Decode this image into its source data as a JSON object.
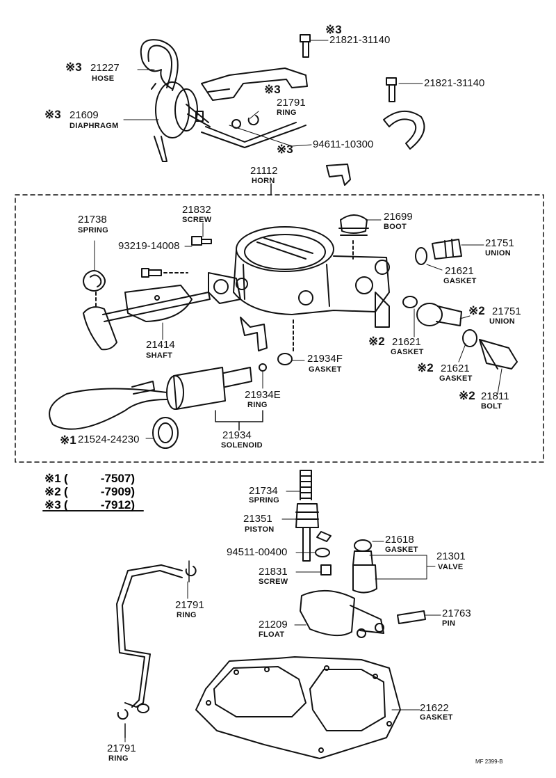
{
  "notes": [
    {
      "mark": "※1",
      "text": "(          -7507)"
    },
    {
      "mark": "※2",
      "text": "(          -7909)"
    },
    {
      "mark": "※3",
      "text": "(          -7912)"
    }
  ],
  "mark_1": "※1",
  "mark_2": "※2",
  "mark_3": "※3",
  "parts": {
    "hose": {
      "number": "21227",
      "name": "HOSE"
    },
    "diaphragm": {
      "number": "21609",
      "name": "DIAPHRAGM"
    },
    "screw_a": {
      "number": "21821-31140"
    },
    "screw_b": {
      "number": "21821-31140"
    },
    "ring_top": {
      "number": "21791",
      "name": "RING"
    },
    "washer_top": {
      "number": "94611-10300"
    },
    "horn": {
      "number": "21112",
      "name": "HORN"
    },
    "spring_21738": {
      "number": "21738",
      "name": "SPRING"
    },
    "screw_21832": {
      "number": "21832",
      "name": "SCREW"
    },
    "screw_93219": {
      "number": "93219-14008"
    },
    "boot": {
      "number": "21699",
      "name": "BOOT"
    },
    "union_a": {
      "number": "21751",
      "name": "UNION"
    },
    "gasket_a": {
      "number": "21621",
      "name": "GASKET"
    },
    "union_b": {
      "number": "21751",
      "name": "UNION"
    },
    "gasket_b": {
      "number": "21621",
      "name": "GASKET"
    },
    "gasket_c": {
      "number": "21621",
      "name": "GASKET"
    },
    "bolt": {
      "number": "21811",
      "name": "BOLT"
    },
    "shaft": {
      "number": "21414",
      "name": "SHAFT"
    },
    "gasket_f": {
      "number": "21934F",
      "name": "GASKET"
    },
    "ring_e": {
      "number": "21934E",
      "name": "RING"
    },
    "solenoid": {
      "number": "21934",
      "name": "SOLENOID"
    },
    "seal_1": {
      "number": "21524-24230"
    },
    "spring_21734": {
      "number": "21734",
      "name": "SPRING"
    },
    "piston": {
      "number": "21351",
      "name": "PISTON"
    },
    "washer_94511": {
      "number": "94511-00400"
    },
    "gasket_21618": {
      "number": "21618",
      "name": "GASKET"
    },
    "valve": {
      "number": "21301",
      "name": "VALVE"
    },
    "screw_21831": {
      "number": "21831",
      "name": "SCREW"
    },
    "ring_mid": {
      "number": "21791",
      "name": "RING"
    },
    "float": {
      "number": "21209",
      "name": "FLOAT"
    },
    "pin": {
      "number": "21763",
      "name": "PIN"
    },
    "gasket_base": {
      "number": "21622",
      "name": "GASKET"
    },
    "ring_bottom": {
      "number": "21791",
      "name": "RING"
    }
  },
  "footer_code": "MF 2399-B"
}
